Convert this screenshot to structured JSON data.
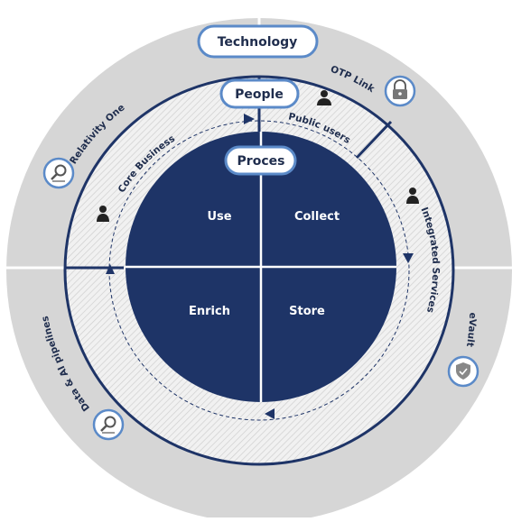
{
  "layers": {
    "technology": "Technology",
    "people": "People",
    "process": "Proces"
  },
  "quadrants": {
    "use": "Use",
    "collect": "Collect",
    "enrich": "Enrich",
    "store": "Store"
  },
  "outer_ring": {
    "relativity_one": "Relativity One",
    "otp_link": "OTP Link",
    "evault": "eVault",
    "data_ai_pipelines": "Data & AI pipelines"
  },
  "middle_ring": {
    "public_users": "Public users",
    "core_business": "Core Business",
    "integrated_services": "Integrated Services"
  },
  "icons": {
    "otp_link": "lock-icon",
    "relativity_one": "magnifier-icon",
    "evault": "shield-icon",
    "data_ai_pipelines": "magnifier-icon",
    "public_users": "person-icon",
    "core_business": "person-icon",
    "integrated_services": "person-icon"
  },
  "colors": {
    "navy": "#1e3467",
    "outer_ring": "#d6d6d6",
    "icon_border": "#5b8ac8"
  }
}
